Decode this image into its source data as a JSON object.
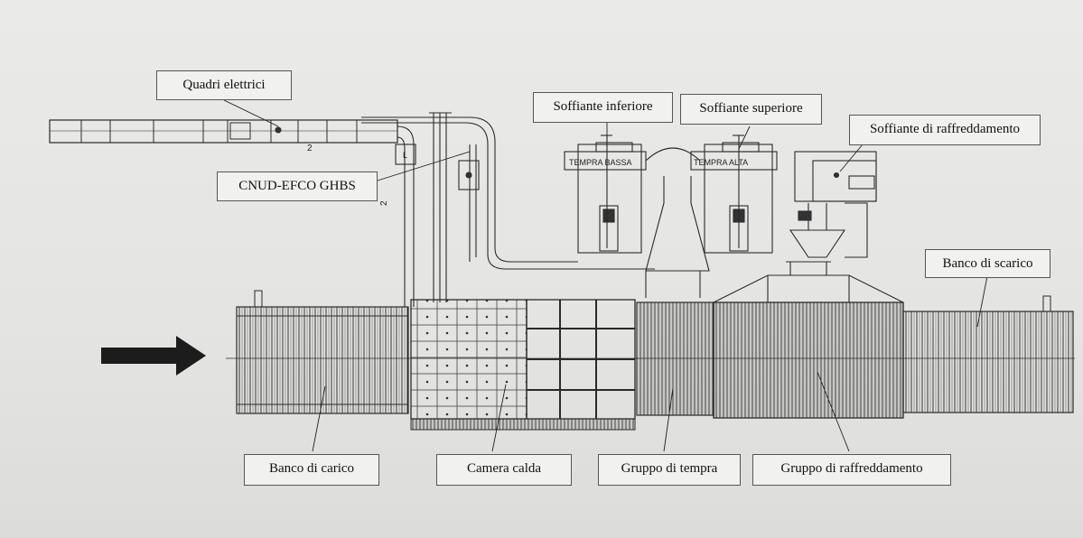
{
  "labels": {
    "quadri_elettrici": "Quadri elettrici",
    "cnud": "CNUD-EFCO GHBS",
    "soffiante_inferiore": "Soffiante inferiore",
    "soffiante_superiore": "Soffiante superiore",
    "soffiante_raffreddamento": "Soffiante di raffreddamento",
    "banco_scarico": "Banco di scarico",
    "banco_carico": "Banco di carico",
    "camera_calda": "Camera calda",
    "gruppo_tempra": "Gruppo di tempra",
    "gruppo_raffreddamento": "Gruppo di raffreddamento"
  },
  "drawing_text": {
    "tempra_bassa": "TEMPRA BASSA",
    "tempra_alta": "TEMPRA ALTA",
    "duct_num_1": "2",
    "duct_num_2": "2",
    "panel_box": "L"
  },
  "colors": {
    "line": "#2a2a2a",
    "label_border": "#555555",
    "label_bg": "#f1f1ef",
    "arrow": "#1c1c1c"
  }
}
